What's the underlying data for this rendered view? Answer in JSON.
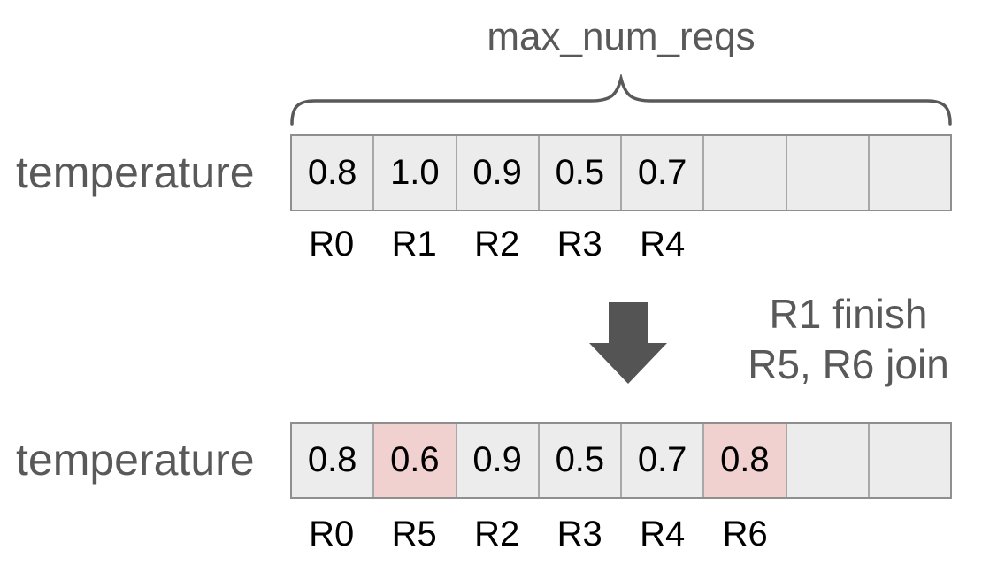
{
  "header": {
    "brace_label": "max_num_reqs"
  },
  "rows": [
    {
      "label": "temperature",
      "cells": [
        "0.8",
        "1.0",
        "0.9",
        "0.5",
        "0.7",
        "",
        "",
        ""
      ],
      "cell_states": [
        "normal",
        "normal",
        "normal",
        "normal",
        "normal",
        "normal",
        "normal",
        "normal"
      ],
      "request_labels": [
        "R0",
        "R1",
        "R2",
        "R3",
        "R4",
        "",
        "",
        ""
      ]
    },
    {
      "label": "temperature",
      "cells": [
        "0.8",
        "0.6",
        "0.9",
        "0.5",
        "0.7",
        "0.8",
        "",
        ""
      ],
      "cell_states": [
        "normal",
        "highlight",
        "normal",
        "normal",
        "normal",
        "highlight",
        "normal",
        "normal"
      ],
      "request_labels": [
        "R0",
        "R5",
        "R2",
        "R3",
        "R4",
        "R6",
        "",
        ""
      ]
    }
  ],
  "transition": {
    "arrow_icon": "down-arrow",
    "line1": "R1 finish",
    "line2": "R5, R6 join"
  },
  "colors": {
    "cell_fill": "#ececec",
    "cell_highlight_fill": "#f0d1d0",
    "cell_border": "#a8a8a8",
    "table_border": "#8f8f8f",
    "muted_text": "#595959",
    "value_text": "#000000",
    "arrow": "#545454"
  }
}
